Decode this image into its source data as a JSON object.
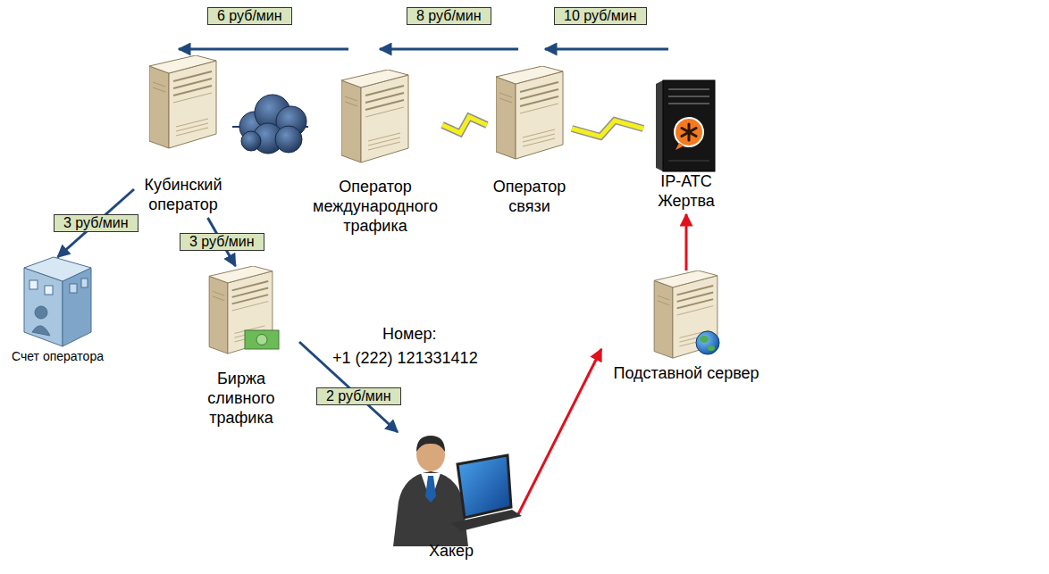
{
  "diagram": {
    "nodes": [
      {
        "text": [
          "Кубинский оператор"
        ]
      },
      {
        "text": [
          "Оператор международного трафика"
        ]
      },
      {
        "text": [
          "Оператор связи"
        ]
      },
      {
        "text": [
          "IP-АТС Жертва"
        ]
      },
      {
        "text": [
          "Счет оператора"
        ]
      },
      {
        "text": [
          "Биржа сливного трафика"
        ]
      },
      {
        "text": [
          "Хакер"
        ]
      },
      {
        "text": [
          "Подставной сервер"
        ]
      }
    ],
    "edges": [
      {
        "from": 0,
        "to": 1,
        "arrow": "none"
      },
      {
        "from": 1,
        "to": 2,
        "arrow": "none"
      },
      {
        "from": 2,
        "to": 3,
        "arrow": "none"
      },
      {
        "from": 0,
        "to": 4,
        "label": "3 руб/мин",
        "arrow": "to"
      },
      {
        "from": 0,
        "to": 5,
        "label": "3 руб/мин",
        "arrow": "to"
      },
      {
        "from": 5,
        "to": 6,
        "label": "2 руб/мин",
        "arrow": "to"
      },
      {
        "from": 6,
        "to": 7,
        "arrow": "to"
      },
      {
        "from": 7,
        "to": 3,
        "arrow": "to"
      }
    ],
    "labels": [
      "6 руб/мин",
      "8 руб/мин",
      "10 руб/мин",
      "Номер:",
      "+1 (222) 121331412"
    ]
  }
}
